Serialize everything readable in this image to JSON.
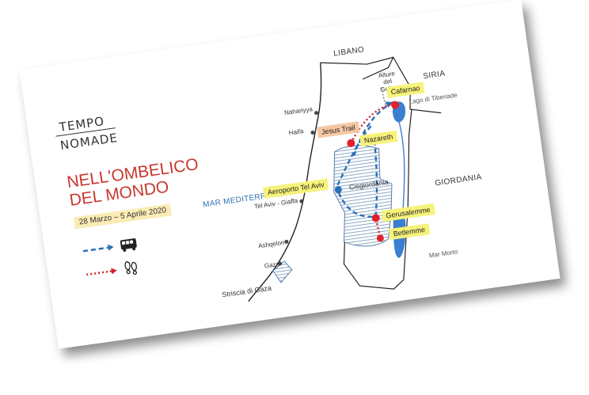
{
  "brand": {
    "line1": "TEMPO",
    "line2": "NOMADE"
  },
  "title": {
    "line1": "NELL'OMBELICO",
    "line2": "DEL MONDO"
  },
  "dates": "28 Marzo – 5 Aprile 2020",
  "legend": [
    {
      "mode": "bus",
      "line_color": "#2a6fb8",
      "icon": "bus-icon"
    },
    {
      "mode": "walk",
      "line_color": "#d3232a",
      "icon": "footprints-icon"
    }
  ],
  "map": {
    "sea": "MAR MEDITERRANEO",
    "countries": {
      "lebanon": "LIBANO",
      "syria": "SIRIA",
      "jordan": "GIORDANIA"
    },
    "regions": {
      "golan_1": "Alture",
      "golan_2": "del",
      "golan_3": "Golan",
      "west_bank": "Cisgiordania",
      "gaza": "Striscia di Gaza"
    },
    "cities": {
      "nahariyya": "Nahariyya",
      "haifa": "Haifa",
      "telaviv": "Tel Aviv - Giaffa",
      "ashqelon": "Ashqelon",
      "gaza": "Gaza"
    },
    "water": {
      "tiberias": "Lago di Tiberiade",
      "dead_sea": "Mar Morto"
    },
    "stops": {
      "cafarnao": "Cafarnao",
      "nazareth": "Nazareth",
      "airport": "Aeroporto Tel Aviv",
      "jerusalem": "Gerusalemme",
      "bethlehem": "Betlemme",
      "jesus_trail": "Jesus Trail"
    },
    "colors": {
      "bus_route": "#2a6fb8",
      "walk_route": "#d3232a",
      "stop": "#e0202a",
      "water": "#3a7fd0",
      "highlight": "#f7f27a",
      "trail_tag": "#f6c7a4"
    }
  }
}
